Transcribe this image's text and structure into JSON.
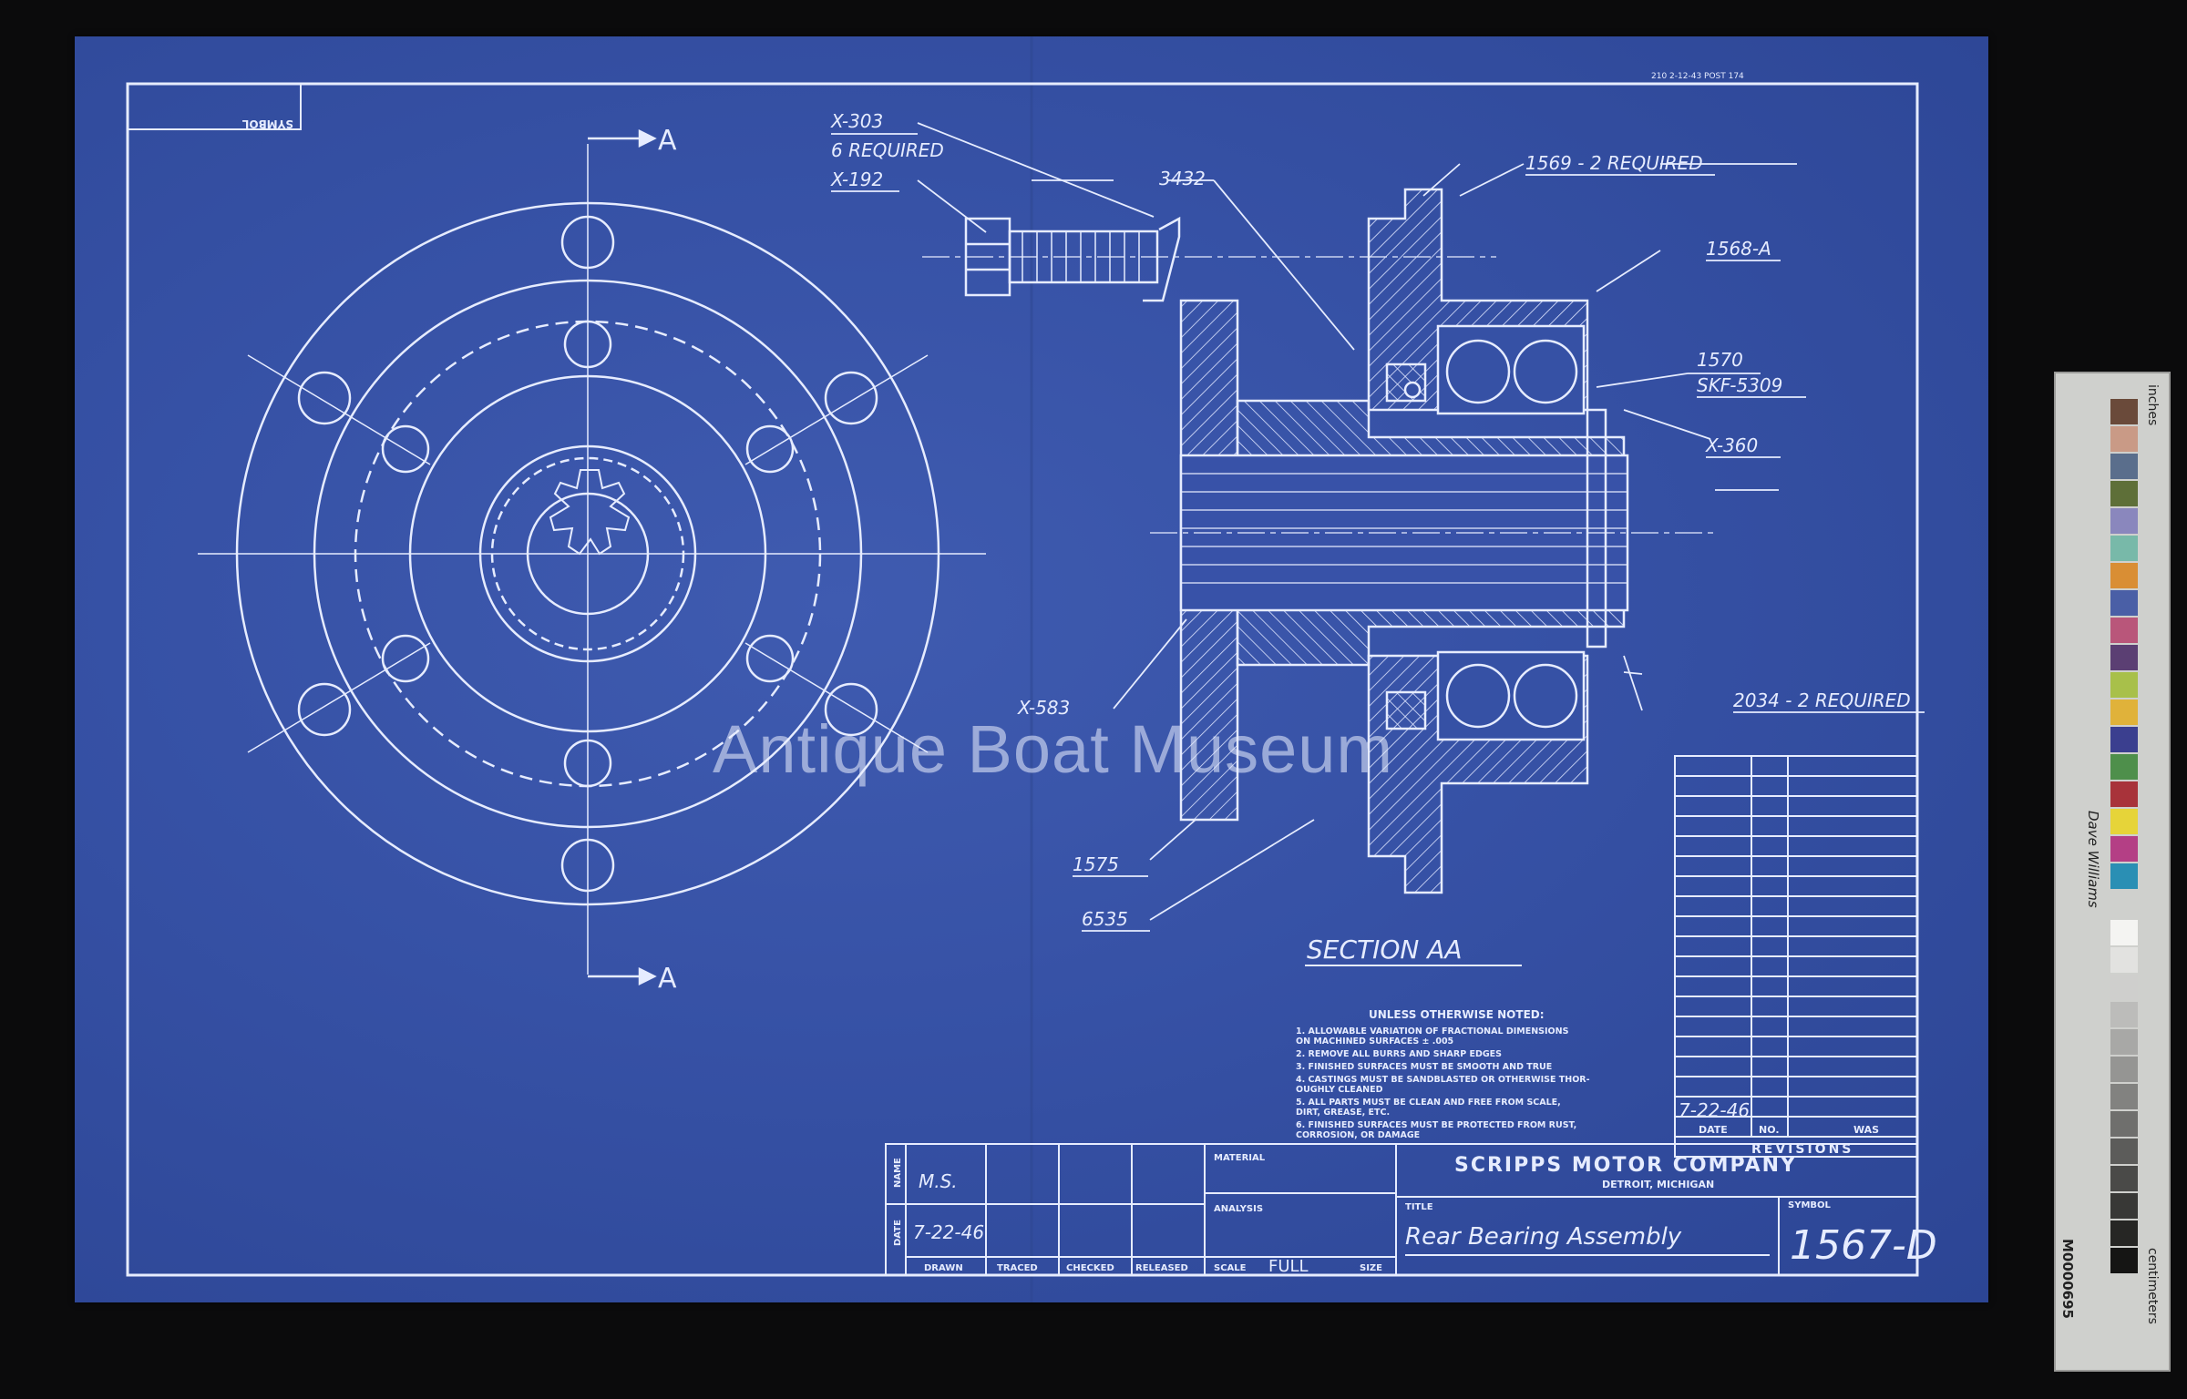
{
  "drawing": {
    "top_stamp": "210   2-12-43   POST 174",
    "symbol_box_label": "SYMBOL",
    "section_marker_top": "A",
    "section_marker_bottom": "A",
    "section_title": "SECTION  AA",
    "callouts": {
      "x303": "X-303",
      "six_required": "6 REQUIRED",
      "x192": "X-192",
      "p3432": "3432",
      "p1569": "1569 - 2 REQUIRED",
      "p1568a": "1568-A",
      "p1570": "1570",
      "skf": "SKF-5309",
      "x360": "X-360",
      "x583": "X-583",
      "p2034": "2034 - 2 REQUIRED",
      "p1575": "1575",
      "p6535": "6535"
    }
  },
  "notes": {
    "heading": "UNLESS OTHERWISE NOTED:",
    "lines": [
      "1.  ALLOWABLE  VARIATION  OF  FRACTIONAL  DIMENSIONS",
      "      ON MACHINED SURFACES ± .005",
      "2.  REMOVE ALL BURRS AND SHARP EDGES",
      "3.  FINISHED SURFACES MUST BE SMOOTH AND TRUE",
      "4.  CASTINGS MUST BE SANDBLASTED OR OTHERWISE THOR-",
      "      OUGHLY CLEANED",
      "5.  ALL PARTS MUST BE CLEAN AND FREE FROM SCALE,",
      "      DIRT, GREASE, ETC.",
      "6.  FINISHED SURFACES MUST BE PROTECTED FROM RUST,",
      "      CORROSION, OR DAMAGE"
    ]
  },
  "revisions": {
    "date_entry": "7-22-46",
    "headers": [
      "DATE",
      "NO.",
      "WAS"
    ],
    "label": "REVISIONS"
  },
  "title_block": {
    "name_label": "NAME",
    "date_label": "DATE",
    "name_value": "M.S.",
    "date_value": "7-22-46",
    "col_labels": [
      "DRAWN",
      "TRACED",
      "CHECKED",
      "RELEASED"
    ],
    "material_label": "MATERIAL",
    "analysis_label": "ANALYSIS",
    "scale_label": "SCALE",
    "scale_value": "FULL",
    "size_label": "SIZE",
    "company": "SCRIPPS MOTOR COMPANY",
    "location": "DETROIT, MICHIGAN",
    "title_label": "TITLE",
    "title_value": "Rear Bearing Assembly",
    "symbol_label": "SYMBOL",
    "symbol_value": "1567-D"
  },
  "watermark": "Antique Boat Museum",
  "scale_strip": {
    "inches_label": "inches",
    "cm_label": "centimeters",
    "accession": "M0000695",
    "signature": "Dave Williams",
    "swatch_colors": [
      "#6a4a3a",
      "#c99a86",
      "#5a6e8c",
      "#5e6f38",
      "#8a87bd",
      "#78b9a9",
      "#d98e34",
      "#4a5fa6",
      "#b9567a",
      "#5b3f73",
      "#a8c04a",
      "#e0b23a",
      "#3b3f8f",
      "#4e8f4b",
      "#a8333a",
      "#e6d439",
      "#b43f85",
      "#2a8fb4"
    ],
    "gray_levels": [
      "#f4f4f2",
      "#e2e2e0",
      "#cfcfcd",
      "#bcbcba",
      "#a8a8a6",
      "#959593",
      "#828280",
      "#6f6f6d",
      "#5c5c5a",
      "#4a4a48",
      "#383836",
      "#262624",
      "#151514"
    ]
  },
  "colors": {
    "paper": "#3651a5",
    "ink": "#e6ecff",
    "background": "#0b0b0c"
  }
}
